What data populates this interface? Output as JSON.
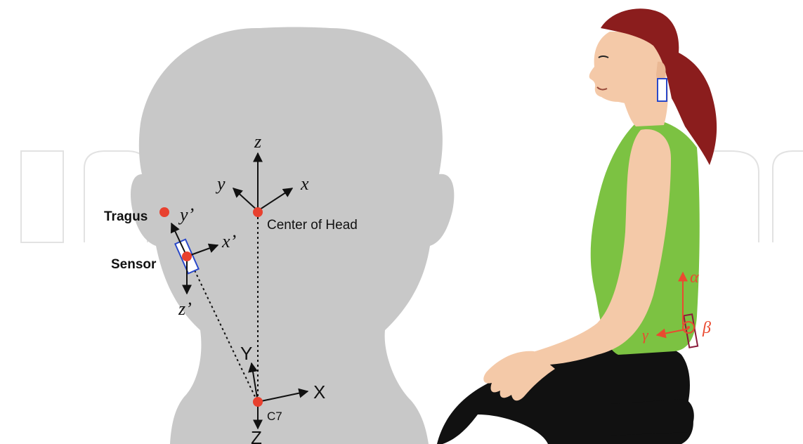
{
  "colors": {
    "head_silhouette": "#c8c8c8",
    "watermark": "#e2e2e2",
    "marker": "#e8412f",
    "sensor_outline": "#2a49c9",
    "hair": "#8b1d1d",
    "skin": "#f4c9a8",
    "shirt": "#7cc242",
    "pants": "#111111",
    "axis_red": "#ea4a30"
  },
  "head_diagram": {
    "head_axes": {
      "z": "z",
      "y": "y",
      "x": "x"
    },
    "center_label": "Center of Head",
    "tragus_label": "Tragus",
    "sensor_label": "Sensor",
    "sensor_axes": {
      "y": "y’",
      "x": "x’",
      "z": "z’"
    },
    "c7_label": "C7",
    "c7_axes": {
      "Y": "Y",
      "X": "X",
      "Z": "Z"
    }
  },
  "seated_figure": {
    "back_axes": {
      "alpha": "α",
      "beta": "β",
      "gamma": "γ"
    }
  }
}
